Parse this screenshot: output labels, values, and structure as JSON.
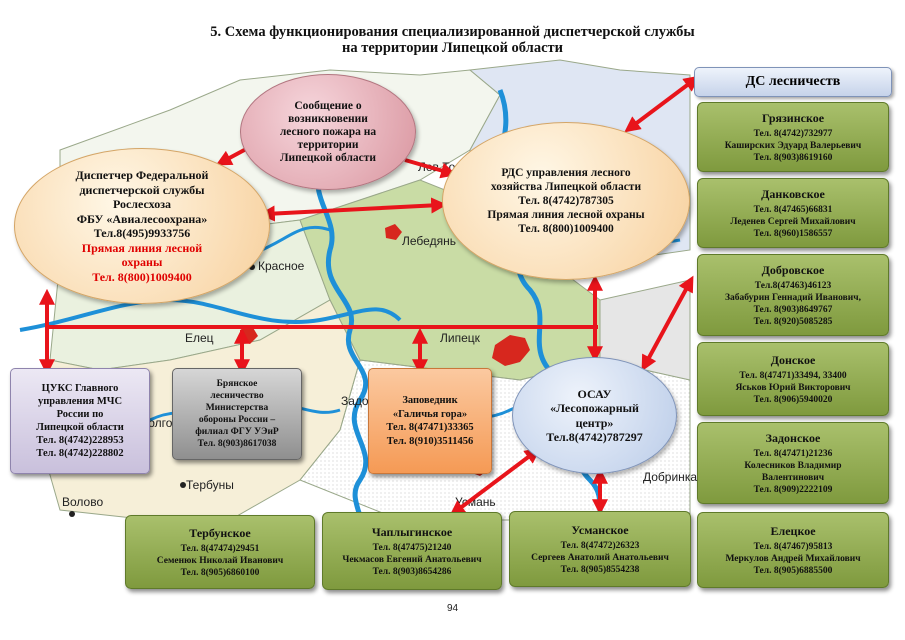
{
  "title": {
    "line1": "5. Схема функционирования специализированной диспетчерской службы",
    "line2": "на территории Липецкой области"
  },
  "map_labels": {
    "lev_tolstoy": "Лев Тол",
    "lebedyan": "Лебедянь",
    "krasnoe": "Красное",
    "elets": "Елец",
    "lipetsk": "Липецк",
    "zadonsk": "Задо",
    "dolgorukovo": "Долгор",
    "terbuny": "Тербуны",
    "volovo": "Волово",
    "usman": "Усмань",
    "dobrinka": "Добринка"
  },
  "message_oval": {
    "lines": [
      "Сообщение о",
      "возникновении",
      "лесного пожара на",
      "территории",
      "Липецкой области"
    ]
  },
  "federal_oval": {
    "lines": [
      "Диспетчер Федеральной",
      "диспетчерской службы",
      "Рослесхоза",
      "ФБУ «Авиалесоохрана»",
      "Тел.8(495)9933756"
    ],
    "hotline_lines": [
      "Прямая линия лесной",
      "охраны",
      "Тел. 8(800)1009400"
    ]
  },
  "rds_oval": {
    "lines": [
      "РДС управления лесного",
      "хозяйства Липецкой области",
      "Тел. 8(4742)787305",
      "Прямая линия лесной охраны",
      "Тел. 8(800)1009400"
    ]
  },
  "osau_oval": {
    "lines": [
      "ОСАУ",
      "«Лесопожарный",
      "центр»",
      "Тел.8(4742)787297"
    ]
  },
  "tsuks_box": {
    "lines": [
      "ЦУКС Главного",
      "управления МЧС",
      "России по",
      "Липецкой области",
      "Тел. 8(4742)228953",
      "Тел. 8(4742)228802"
    ]
  },
  "bryansk_box": {
    "lines": [
      "Брянское",
      "лесничество",
      "Министерства",
      "обороны России –",
      "филиал ФГУ УЭиР",
      "Тел. 8(903)8617038"
    ]
  },
  "reserve_box": {
    "lines": [
      "Заповедник",
      "«Галичья гора»",
      "Тел. 8(47471)33365",
      "Тел. 8(910)3511456"
    ]
  },
  "ds_header": "ДС лесничеств",
  "forestries_right": [
    {
      "name": "Грязинское",
      "lines": [
        "Тел. 8(4742)732977",
        "Каширских Эдуард Валерьевич",
        "Тел. 8(903)8619160"
      ]
    },
    {
      "name": "Данковское",
      "lines": [
        "Тел. 8(47465)66831",
        "Леденев Сергей Михайлович",
        "Тел. 8(960)1586557"
      ]
    },
    {
      "name": "Добровское",
      "lines": [
        "Тел.8(47463)46123",
        "Забабурин Геннадий Иванович,",
        "Тел. 8(903)8649767",
        "Тел. 8(920)5085285"
      ]
    },
    {
      "name": "Донское",
      "lines": [
        "Тел. 8(47471)33494, 33400",
        "Яськов Юрий Викторович",
        "Тел. 8(906)5940020"
      ]
    },
    {
      "name": "Задонское",
      "lines": [
        "Тел. 8(47471)21236",
        "Колесников Владимир",
        "Валентинович",
        "Тел. 8(909)2222109"
      ]
    },
    {
      "name": "Елецкое",
      "lines": [
        "Тел. 8(47467)95813",
        "Меркулов Андрей Михайлович",
        "Тел. 8(905)6885500"
      ]
    }
  ],
  "forestries_bottom": [
    {
      "name": "Тербунское",
      "lines": [
        "Тел. 8(47474)29451",
        "Семенюк Николай Иванович",
        "Тел. 8(905)6860100"
      ]
    },
    {
      "name": "Чаплыгинское",
      "lines": [
        "Тел. 8(47475)21240",
        "Чекмасов Евгений Анатольевич",
        "Тел. 8(903)8654286"
      ]
    },
    {
      "name": "Усманское",
      "lines": [
        "Тел. 8(47472)26323",
        "Сергеев Анатолий Анатольевич",
        "Тел. 8(905)8554238"
      ]
    }
  ],
  "page_number": "94",
  "colors": {
    "arrow": "#e8141b",
    "forestry_green": "#8aa74a",
    "hotline_text": "#e00000",
    "river": "#1e90d8",
    "reserve_orange": "#f7a86a"
  }
}
